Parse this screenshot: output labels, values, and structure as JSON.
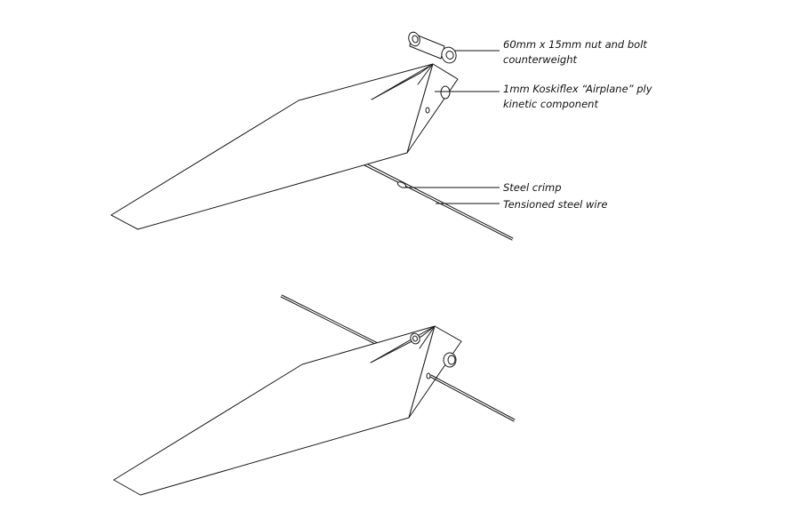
{
  "labels": {
    "bolt_line1": "60mm x 15mm nut and bolt",
    "bolt_line2": "counterweight",
    "ply_line1": "1mm Koskiflex “Airplane” ply",
    "ply_line2": "kinetic component",
    "crimp": "Steel crimp",
    "wire": "Tensioned steel wire"
  }
}
